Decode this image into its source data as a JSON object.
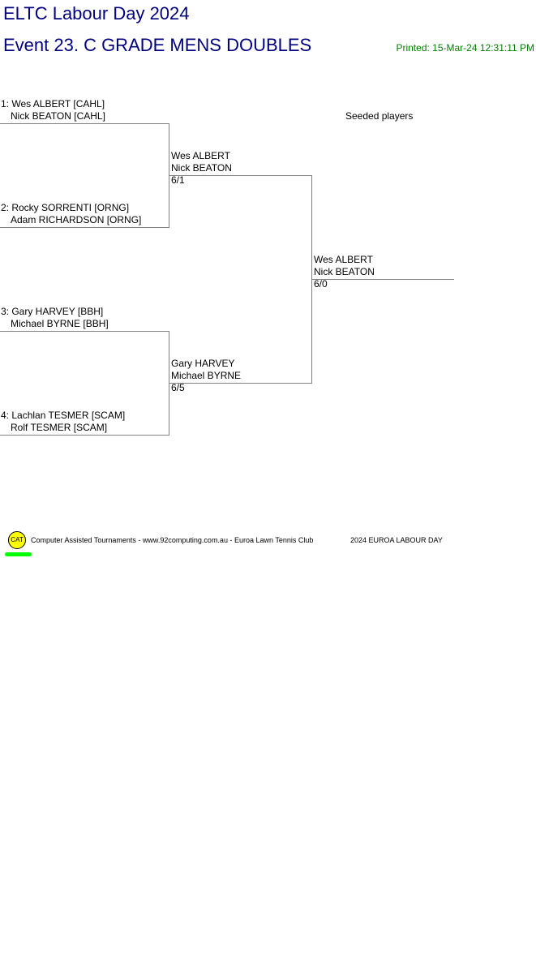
{
  "header": {
    "title": "ELTC Labour Day 2024",
    "event": "Event 23. C GRADE MENS DOUBLES",
    "printed": "Printed: 15-Mar-24 12:31:11 PM"
  },
  "seeded_label": "Seeded players",
  "round1": [
    {
      "p1": "1: Wes ALBERT [CAHL]",
      "p2": "Nick BEATON [CAHL]"
    },
    {
      "p1": "2: Rocky SORRENTI [ORNG]",
      "p2": "Adam RICHARDSON [ORNG]"
    },
    {
      "p1": "3: Gary HARVEY [BBH]",
      "p2": "Michael BYRNE [BBH]"
    },
    {
      "p1": "4: Lachlan TESMER [SCAM]",
      "p2": "Rolf TESMER [SCAM]"
    }
  ],
  "round2": [
    {
      "p1": "Wes ALBERT",
      "p2": "Nick BEATON",
      "score": "6/1"
    },
    {
      "p1": "Gary HARVEY",
      "p2": "Michael BYRNE",
      "score": "6/5"
    }
  ],
  "final": {
    "p1": "Wes ALBERT",
    "p2": "Nick BEATON",
    "score": "6/0"
  },
  "footer": {
    "logo_text": "CAT",
    "credit": "Computer Assisted Tournaments - www.92computing.com.au -  Euroa Lawn Tennis Club",
    "event_name": "2024 EUROA LABOUR DAY"
  }
}
